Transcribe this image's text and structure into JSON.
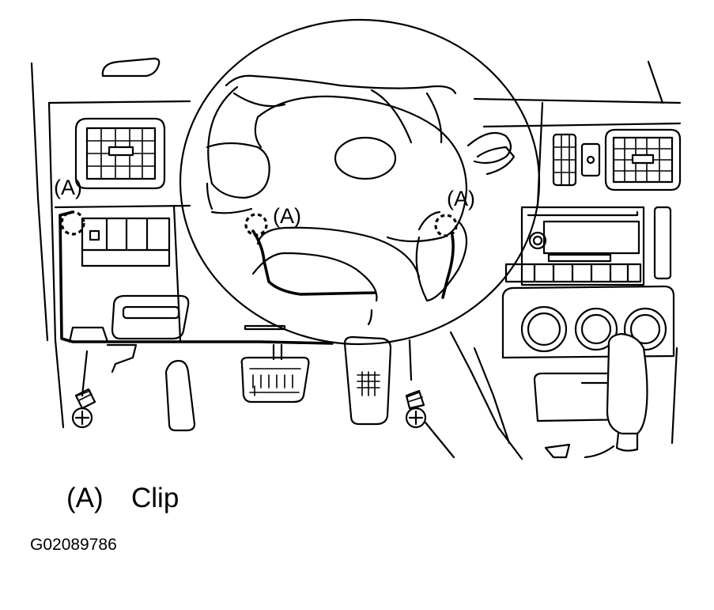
{
  "callouts": [
    "(A)",
    "(A)",
    "(A)"
  ],
  "legend": {
    "code": "(A)",
    "text": "Clip"
  },
  "figure_id": "G02089786",
  "icons": [
    "clip-marker",
    "screw-icon",
    "steering-wheel",
    "gear-shift-knob"
  ],
  "colors": {
    "line": "#000000",
    "background": "#ffffff"
  }
}
